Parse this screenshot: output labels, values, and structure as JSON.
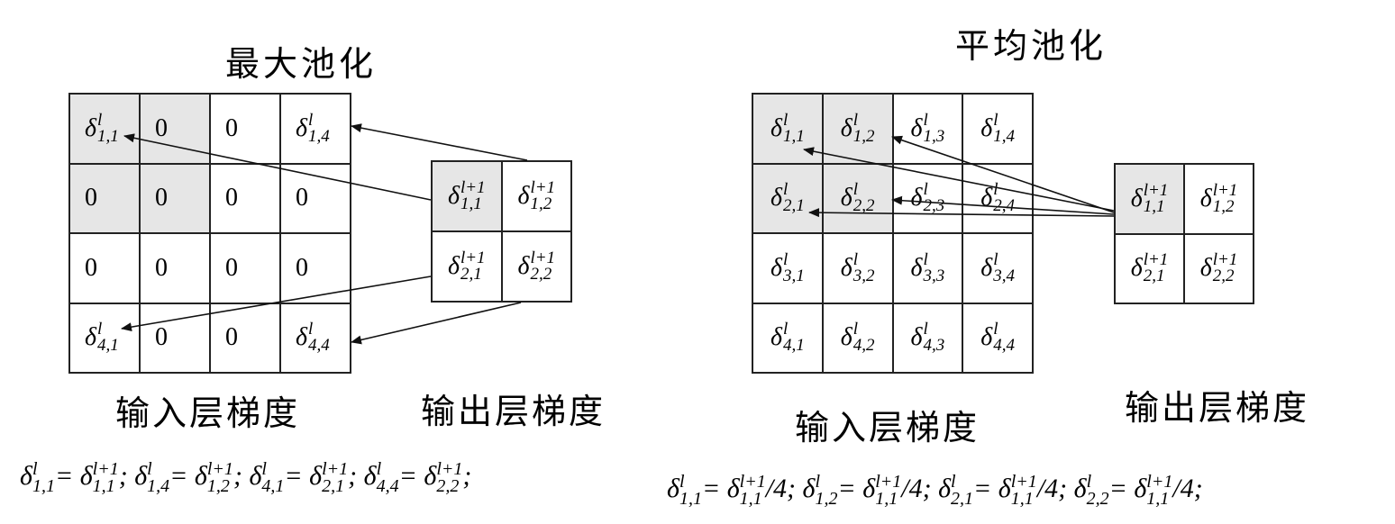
{
  "left": {
    "title": "最大池化",
    "input_label": "输入层梯度",
    "output_label": "输出层梯度",
    "input_grid": [
      [
        {
          "t": "δ",
          "sup": "l",
          "sub": "1,1",
          "shade": true
        },
        {
          "t": "0",
          "shade": true
        },
        {
          "t": "0"
        },
        {
          "t": "δ",
          "sup": "l",
          "sub": "1,4"
        }
      ],
      [
        {
          "t": "0",
          "shade": true
        },
        {
          "t": "0",
          "shade": true
        },
        {
          "t": "0"
        },
        {
          "t": "0"
        }
      ],
      [
        {
          "t": "0"
        },
        {
          "t": "0"
        },
        {
          "t": "0"
        },
        {
          "t": "0"
        }
      ],
      [
        {
          "t": "δ",
          "sup": "l",
          "sub": "4,1"
        },
        {
          "t": "0"
        },
        {
          "t": "0"
        },
        {
          "t": "δ",
          "sup": "l",
          "sub": "4,4"
        }
      ]
    ],
    "output_grid": [
      [
        {
          "t": "δ",
          "sup": "l+1",
          "sub": "1,1",
          "shade": true
        },
        {
          "t": "δ",
          "sup": "l+1",
          "sub": "1,2"
        }
      ],
      [
        {
          "t": "δ",
          "sup": "l+1",
          "sub": "2,1"
        },
        {
          "t": "δ",
          "sup": "l+1",
          "sub": "2,2"
        }
      ]
    ],
    "formula": "δ1,1l= δ1,1l+1; δ1,4l= δ1,2l+1; δ4,1l= δ2,1l+1;  δ4,4l= δ2,2l+1;"
  },
  "right": {
    "title": "平均池化",
    "input_label": "输入层梯度",
    "output_label": "输出层梯度",
    "input_grid": [
      [
        {
          "t": "δ",
          "sup": "l",
          "sub": "1,1",
          "shade": true
        },
        {
          "t": "δ",
          "sup": "l",
          "sub": "1,2",
          "shade": true
        },
        {
          "t": "δ",
          "sup": "l",
          "sub": "1,3"
        },
        {
          "t": "δ",
          "sup": "l",
          "sub": "1,4"
        }
      ],
      [
        {
          "t": "δ",
          "sup": "l",
          "sub": "2,1",
          "shade": true
        },
        {
          "t": "δ",
          "sup": "l",
          "sub": "2,2",
          "shade": true
        },
        {
          "t": "δ",
          "sup": "l",
          "sub": "2,3"
        },
        {
          "t": "δ",
          "sup": "l",
          "sub": "2,4"
        }
      ],
      [
        {
          "t": "δ",
          "sup": "l",
          "sub": "3,1"
        },
        {
          "t": "δ",
          "sup": "l",
          "sub": "3,2"
        },
        {
          "t": "δ",
          "sup": "l",
          "sub": "3,3"
        },
        {
          "t": "δ",
          "sup": "l",
          "sub": "3,4"
        }
      ],
      [
        {
          "t": "δ",
          "sup": "l",
          "sub": "4,1"
        },
        {
          "t": "δ",
          "sup": "l",
          "sub": "4,2"
        },
        {
          "t": "δ",
          "sup": "l",
          "sub": "4,3"
        },
        {
          "t": "δ",
          "sup": "l",
          "sub": "4,4"
        }
      ]
    ],
    "output_grid": [
      [
        {
          "t": "δ",
          "sup": "l+1",
          "sub": "1,1",
          "shade": true
        },
        {
          "t": "δ",
          "sup": "l+1",
          "sub": "1,2"
        }
      ],
      [
        {
          "t": "δ",
          "sup": "l+1",
          "sub": "2,1"
        },
        {
          "t": "δ",
          "sup": "l+1",
          "sub": "2,2"
        }
      ]
    ],
    "formula": "δ1,1l= δ1,1l+1/4; δ1,2l= δ1,1l+1/4; δ2,1l= δ1,1l+1/4; δ2,2l= δ1,1l+1/4;"
  },
  "colors": {
    "shade": "#e6e6e6",
    "line": "#222222"
  }
}
